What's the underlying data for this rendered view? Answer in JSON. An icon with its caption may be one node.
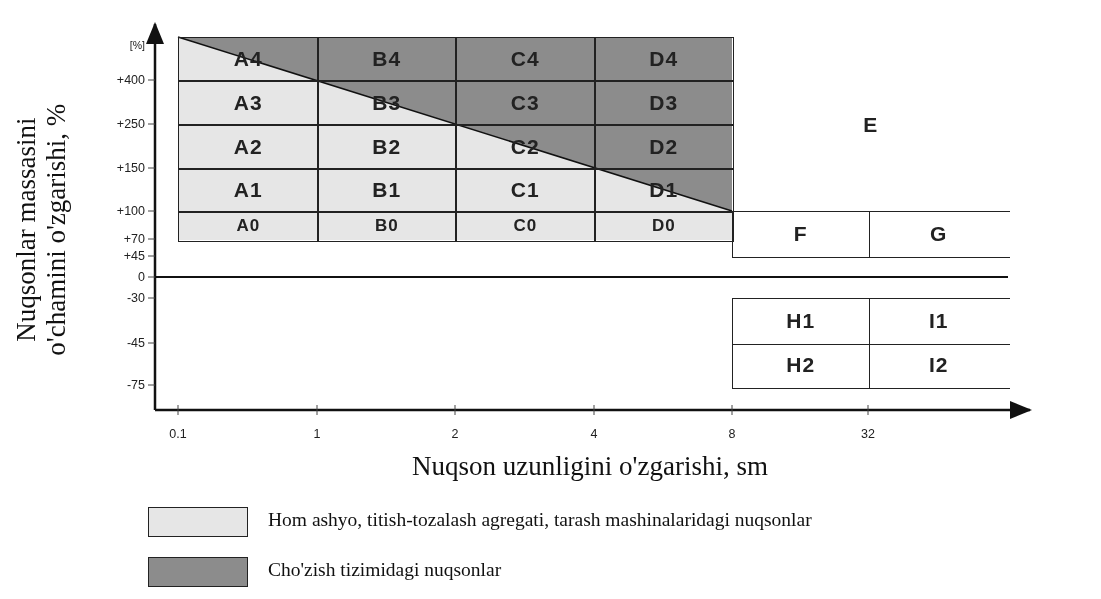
{
  "diagram": {
    "nodes": [
      {
        "text": [
          "A4"
        ]
      },
      {
        "text": [
          "B4"
        ]
      },
      {
        "text": [
          "C4"
        ]
      },
      {
        "text": [
          "D4"
        ]
      },
      {
        "text": [
          "A3"
        ]
      },
      {
        "text": [
          "B3"
        ]
      },
      {
        "text": [
          "C3"
        ]
      },
      {
        "text": [
          "D3"
        ]
      },
      {
        "text": [
          "E"
        ]
      },
      {
        "text": [
          "A2"
        ]
      },
      {
        "text": [
          "B2"
        ]
      },
      {
        "text": [
          "C2"
        ]
      },
      {
        "text": [
          "D2"
        ]
      },
      {
        "text": [
          "A1"
        ]
      },
      {
        "text": [
          "B1"
        ]
      },
      {
        "text": [
          "C1"
        ]
      },
      {
        "text": [
          "D1"
        ]
      },
      {
        "text": [
          "A0"
        ]
      },
      {
        "text": [
          "B0"
        ]
      },
      {
        "text": [
          "C0"
        ]
      },
      {
        "text": [
          "D0"
        ]
      },
      {
        "text": [
          "F"
        ]
      },
      {
        "text": [
          "G"
        ]
      },
      {
        "text": [
          "H1"
        ]
      },
      {
        "text": [
          "I1"
        ]
      },
      {
        "text": [
          "H2"
        ]
      },
      {
        "text": [
          "I2"
        ]
      }
    ],
    "labels": [
      "Nuqsonlar massasini o'chamini o'zgarishi, %",
      "[%]",
      "+400",
      "+250",
      "+150",
      "+100",
      "+70",
      "+45",
      "0",
      "-30",
      "-45",
      "-75",
      "0.1",
      "1",
      "2",
      "4",
      "8",
      "32",
      "Nuqson uzunligini o'zgarishi, sm"
    ],
    "legend": [
      {
        "text": "Hom ashyo, titish-tozalash agregati, tarash mashinalaridagi nuqsonlar",
        "color": "#e6e6e6"
      },
      {
        "text": "Cho'zish tizimidagi nuqsonlar",
        "color": "#8c8c8c"
      }
    ]
  }
}
